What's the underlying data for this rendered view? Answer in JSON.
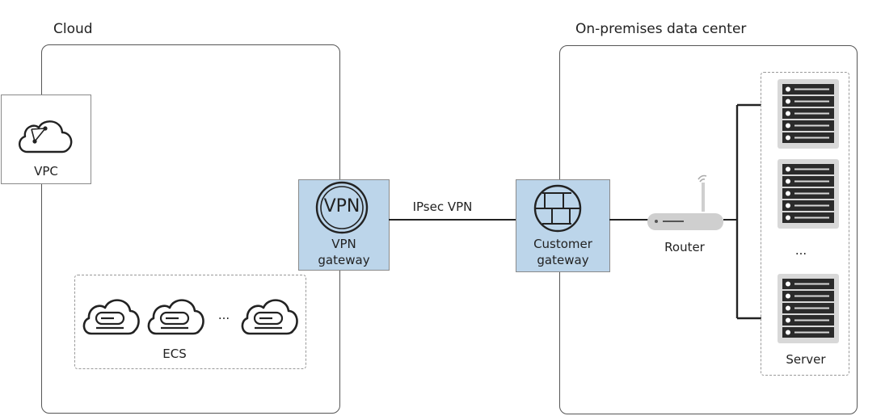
{
  "cloud": {
    "title": "Cloud",
    "vpc_label": "VPC",
    "ecs_label": "ECS",
    "ecs_ellipsis": "...",
    "vpn_gateway_label_1": "VPN",
    "vpn_gateway_label_2": "gateway",
    "vpn_icon_text": "VPN"
  },
  "link": {
    "label": "IPsec VPN"
  },
  "onprem": {
    "title": "On-premises data center",
    "customer_gateway_label_1": "Customer",
    "customer_gateway_label_2": "gateway",
    "router_label": "Router",
    "server_ellipsis": "...",
    "server_label": "Server"
  },
  "colors": {
    "gateway_fill": "#bcd5ea",
    "server_fill": "#d8d8d8",
    "server_dark": "#2b2b2b"
  }
}
